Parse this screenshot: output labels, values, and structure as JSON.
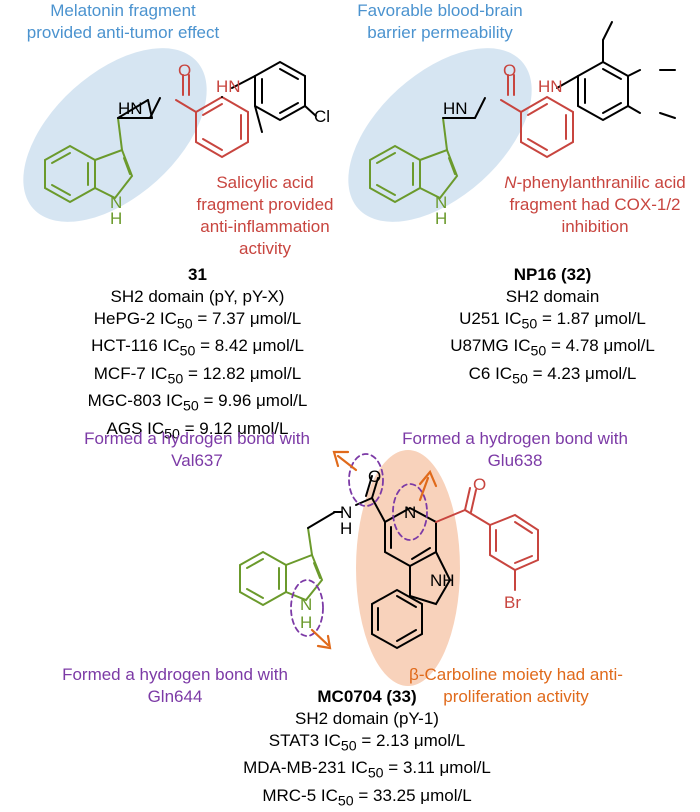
{
  "top_left": {
    "annotation_blue": [
      "Melatonin fragment",
      "provided anti-tumor effect"
    ],
    "annotation_red": [
      "Salicylic acid",
      "fragment provided",
      "anti-inflammation",
      "activity"
    ],
    "compound_id": "31",
    "target": "SH2 domain (pY, pY-X)",
    "ic50_lines": [
      {
        "cell": "HePG-2",
        "value": "= 7.37 μmol/L"
      },
      {
        "cell": "HCT-116",
        "value": "= 8.42 μmol/L"
      },
      {
        "cell": "MCF-7",
        "value": "= 12.82 μmol/L"
      },
      {
        "cell": "MGC-803",
        "value": "= 9.96 μmol/L"
      },
      {
        "cell": "AGS",
        "value": "= 9.12 μmol/L"
      }
    ],
    "atoms": {
      "nh_amide": "HN",
      "nh_aniline": "HN",
      "o": "O",
      "cl": "Cl",
      "indole_n": "N",
      "indole_h": "H"
    }
  },
  "top_right": {
    "annotation_blue": [
      "Favorable blood-brain",
      "barrier permeability"
    ],
    "annotation_red_italic": "N",
    "annotation_red": [
      "-phenylanthranilic acid",
      "fragment had COX-1/2",
      "inhibition"
    ],
    "compound_id": "NP16 (32)",
    "target": "SH2 domain",
    "ic50_lines": [
      {
        "cell": "U251",
        "value": "= 1.87 μmol/L"
      },
      {
        "cell": "U87MG",
        "value": "= 4.78 μmol/L"
      },
      {
        "cell": "C6",
        "value": "= 4.23 μmol/L"
      }
    ],
    "atoms": {
      "nh_amide": "HN",
      "nh_aniline": "HN",
      "o": "O",
      "indole_n": "N",
      "indole_h": "H"
    }
  },
  "bottom": {
    "hbond_val": [
      "Formed a hydrogen bond with",
      "Val637"
    ],
    "hbond_glu": [
      "Formed a hydrogen bond with",
      "Glu638"
    ],
    "hbond_gln": [
      "Formed a hydrogen bond with",
      "Gln644"
    ],
    "carboline_note": [
      "β-Carboline moiety had anti-",
      "proliferation activity"
    ],
    "compound_id": "MC0704 (33)",
    "target": "SH2 domain (pY-1)",
    "ic50_lines": [
      {
        "cell": "STAT3",
        "value": "= 2.13 μmol/L"
      },
      {
        "cell": "MDA-MB-231",
        "value": "= 3.11 μmol/L"
      },
      {
        "cell": "MRC-5",
        "value": "= 33.25 μmol/L"
      }
    ],
    "atoms": {
      "nh_amide": "N",
      "nh_amide_h": "H",
      "o_amide": "O",
      "o_ketone": "O",
      "pyr_n": "N",
      "carb_nh": "NH",
      "br": "Br",
      "indole_n": "N",
      "indole_h": "H"
    }
  },
  "ic50_label": "IC",
  "ic50_sub": "50",
  "colors": {
    "blue": "#4b93cf",
    "red": "#c8453f",
    "green": "#6b9a2c",
    "purple": "#7c3aa6",
    "orange": "#e06a1b"
  }
}
